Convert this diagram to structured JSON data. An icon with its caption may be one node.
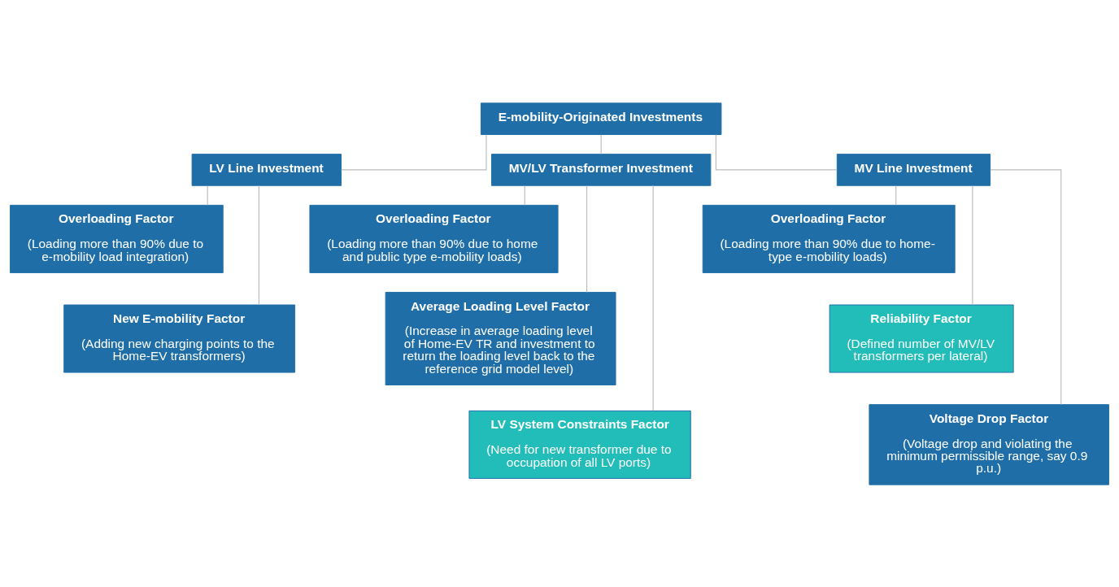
{
  "diagram": {
    "nodes": [
      {
        "text": [
          "E-mobility-Originated Investments"
        ]
      },
      {
        "text": [
          "LV Line Investment"
        ]
      },
      {
        "text": [
          "MV/LV Transformer Investment"
        ]
      },
      {
        "text": [
          "MV Line Investment"
        ]
      },
      {
        "text": [
          "Overloading Factor",
          "(Loading more than 90% due to e-mobility load integration)"
        ]
      },
      {
        "text": [
          "New E-mobility Factor",
          "(Adding new charging points to the Home-EV transformers)"
        ]
      },
      {
        "text": [
          "Overloading Factor",
          "(Loading more than 90% due to home and public type e-mobility loads)"
        ]
      },
      {
        "text": [
          "Average Loading Level Factor",
          "(Increase in average loading level of Home-EV TR and investment to return the loading level back to the reference grid model level)"
        ]
      },
      {
        "text": [
          "LV System Constraints Factor",
          "(Need for new transformer due to occupation of all LV ports)"
        ]
      },
      {
        "text": [
          "Overloading Factor",
          "(Loading more than 90% due to home-type e-mobility loads)"
        ]
      },
      {
        "text": [
          "Reliability Factor",
          "(Defined number of MV/LV transformers per lateral)"
        ]
      },
      {
        "text": [
          "Voltage Drop Factor",
          "(Voltage drop and violating the minimum permissible range, say 0.9 p.u.)"
        ]
      }
    ],
    "edges": [
      {
        "from": 0,
        "to": 1,
        "arrow": "none"
      },
      {
        "from": 0,
        "to": 2,
        "arrow": "none"
      },
      {
        "from": 0,
        "to": 3,
        "arrow": "none"
      },
      {
        "from": 1,
        "to": 4,
        "arrow": "none"
      },
      {
        "from": 1,
        "to": 5,
        "arrow": "none"
      },
      {
        "from": 2,
        "to": 6,
        "arrow": "none"
      },
      {
        "from": 2,
        "to": 7,
        "arrow": "none"
      },
      {
        "from": 2,
        "to": 8,
        "arrow": "none"
      },
      {
        "from": 3,
        "to": 9,
        "arrow": "none"
      },
      {
        "from": 3,
        "to": 10,
        "arrow": "none"
      },
      {
        "from": 3,
        "to": 11,
        "arrow": "none"
      }
    ]
  }
}
